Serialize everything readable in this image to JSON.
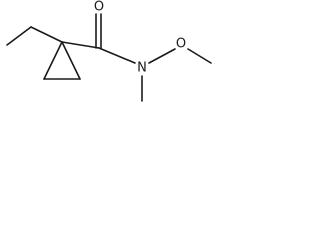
{
  "molecule": {
    "atoms": {
      "carbonyl_oxygen": "O",
      "amide_nitrogen": "N",
      "ether_oxygen": "O"
    }
  }
}
